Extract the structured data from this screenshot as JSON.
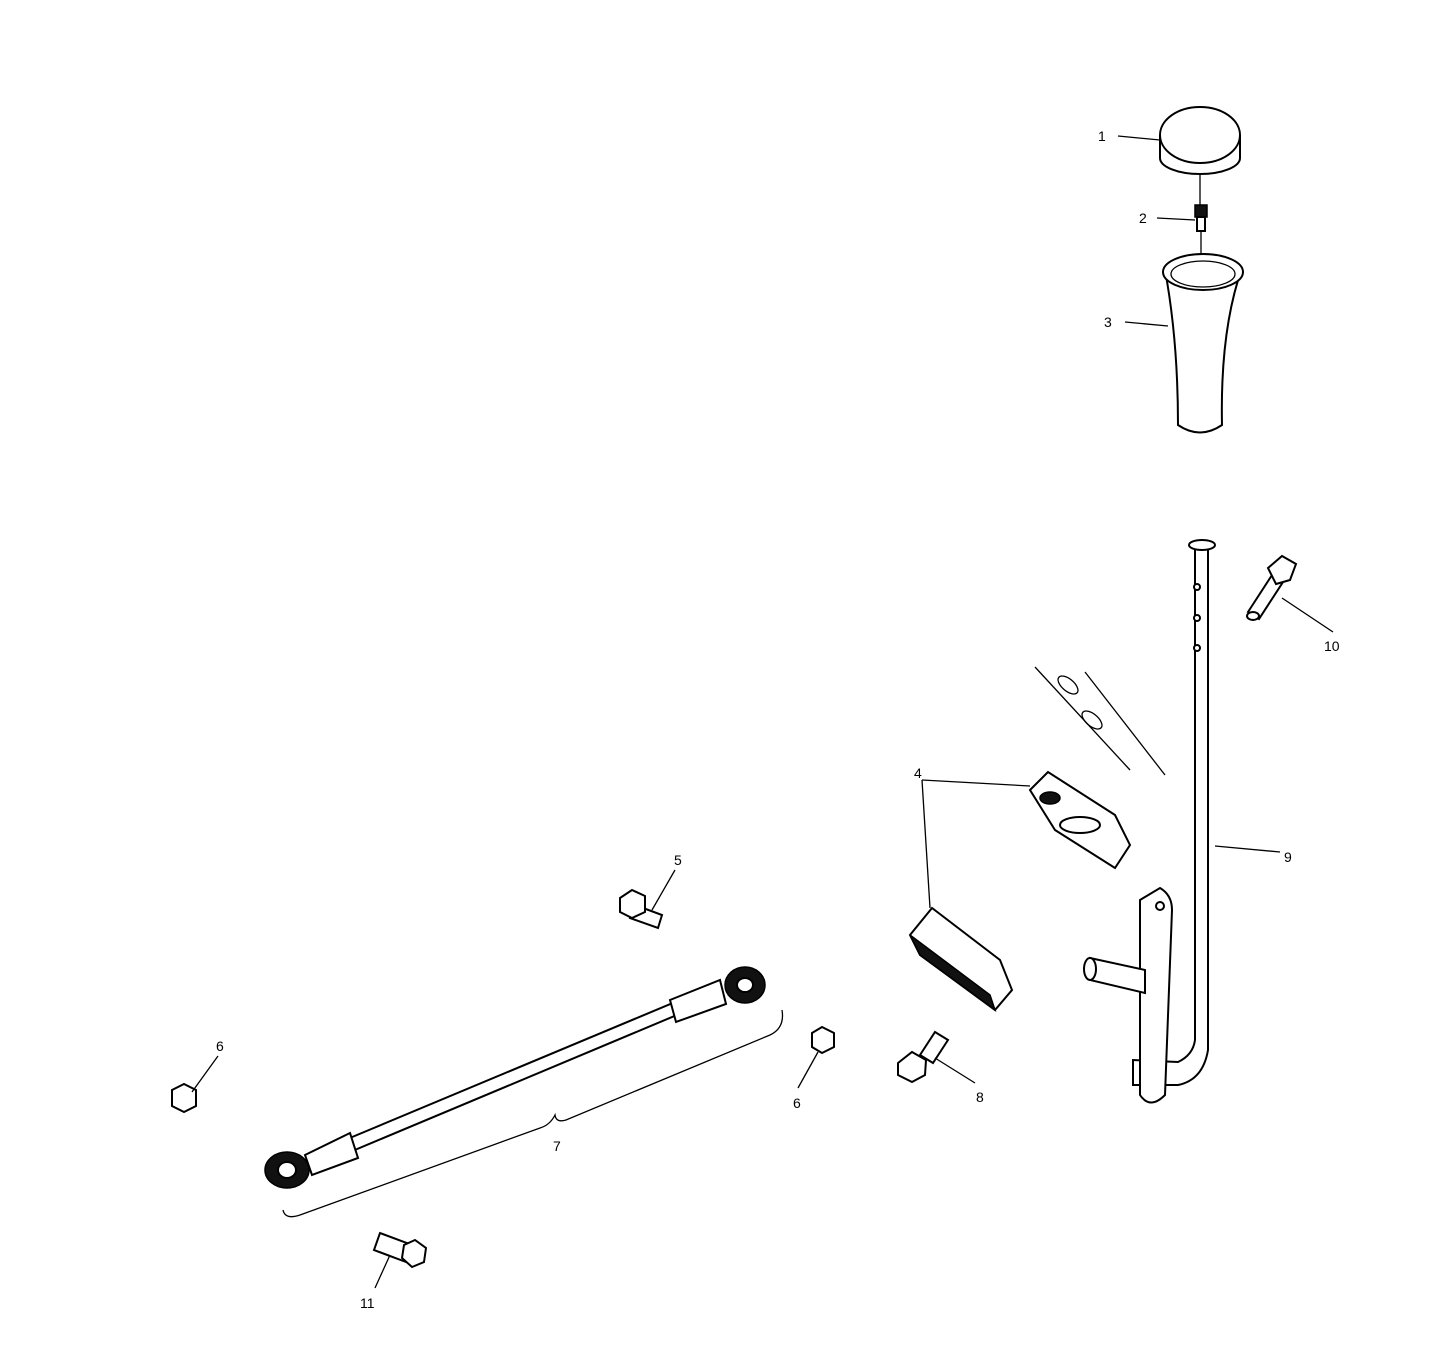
{
  "diagram": {
    "callouts": [
      {
        "id": "1",
        "part": "knob-cap"
      },
      {
        "id": "2",
        "part": "screw"
      },
      {
        "id": "3",
        "part": "handle-grip"
      },
      {
        "id": "4",
        "part": "clamp-blocks"
      },
      {
        "id": "5",
        "part": "bolt"
      },
      {
        "id": "6",
        "part": "nut-left"
      },
      {
        "id": "6",
        "part": "nut-center"
      },
      {
        "id": "7",
        "part": "linkage-rod"
      },
      {
        "id": "8",
        "part": "bolt-lower"
      },
      {
        "id": "9",
        "part": "shift-lever"
      },
      {
        "id": "10",
        "part": "flange-bolt"
      },
      {
        "id": "11",
        "part": "bolt-bottom"
      }
    ]
  }
}
